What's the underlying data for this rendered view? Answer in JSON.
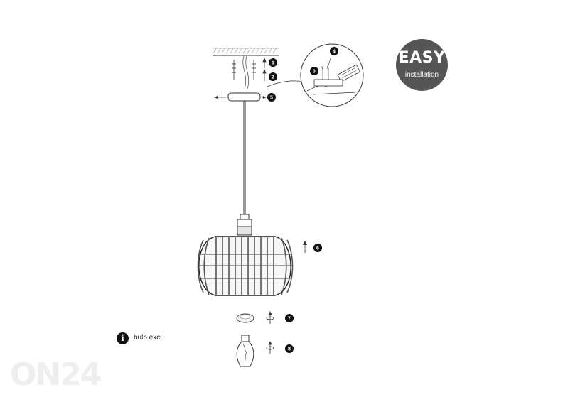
{
  "badge": {
    "title": "EASY",
    "subtitle": "installation"
  },
  "note": {
    "icon": "info-icon",
    "glyph": "i",
    "text": "bulb excl."
  },
  "steps": [
    "1",
    "2",
    "3",
    "4",
    "5",
    "6",
    "7",
    "8"
  ],
  "detail_labels": {
    "n": "N",
    "l": "L"
  },
  "watermark": "ON24",
  "colors": {
    "badge": "#555555",
    "line": "#333333",
    "step": "#111111",
    "watermark": "#eeeeee"
  }
}
